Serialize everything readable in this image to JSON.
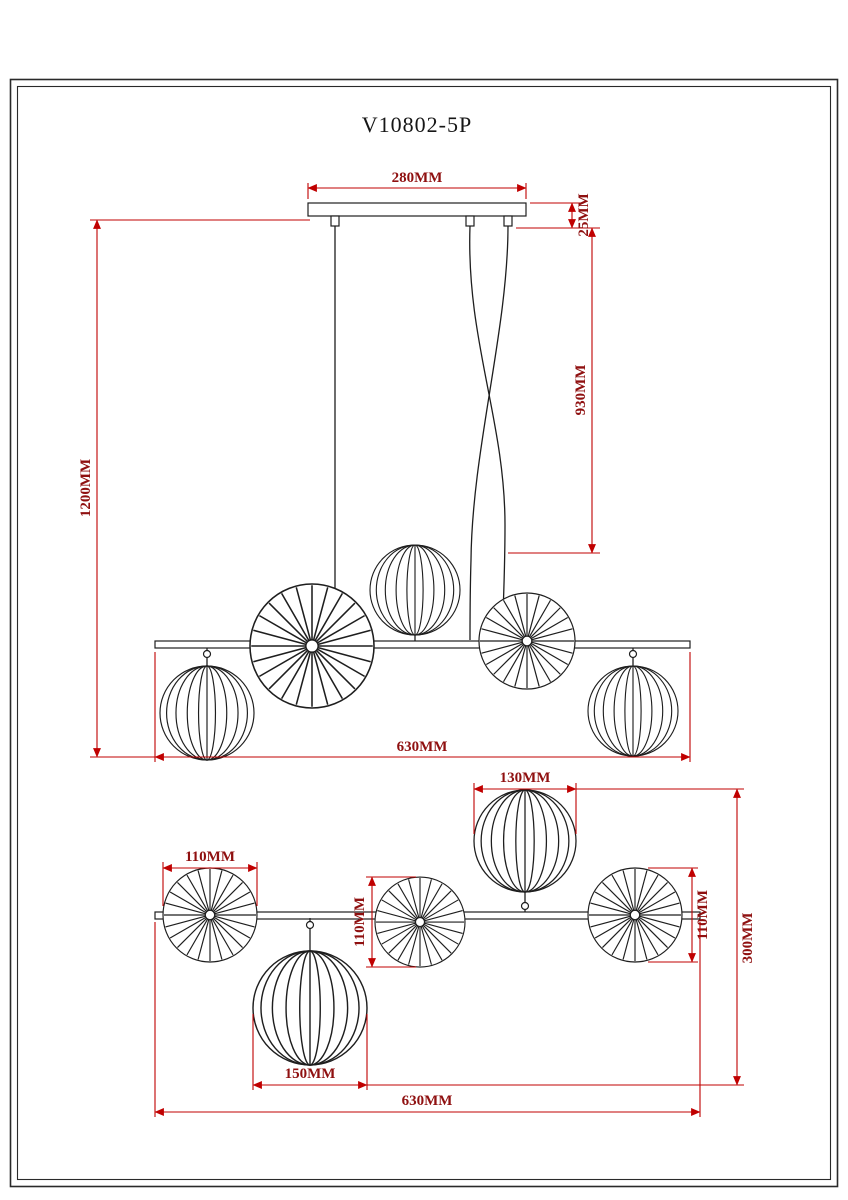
{
  "page": {
    "title": "V10802-5P"
  },
  "colors": {
    "paper": "#ffffff",
    "drawing": "#1e1e1e",
    "dimension": "#c00000",
    "dimension_text": "#8f1010"
  },
  "front_view": {
    "dims": {
      "canopy_width": "280MM",
      "canopy_height": "25MM",
      "suspension_drop": "930MM",
      "overall_height": "1200MM",
      "bar_length": "630MM"
    }
  },
  "plan_view": {
    "dims": {
      "left_disc": "110MM",
      "upper_globe": "130MM",
      "center_disc": "110MM",
      "right_disc": "110MM",
      "overall_depth": "300MM",
      "lower_globe": "150MM",
      "bar_length": "630MM"
    }
  }
}
